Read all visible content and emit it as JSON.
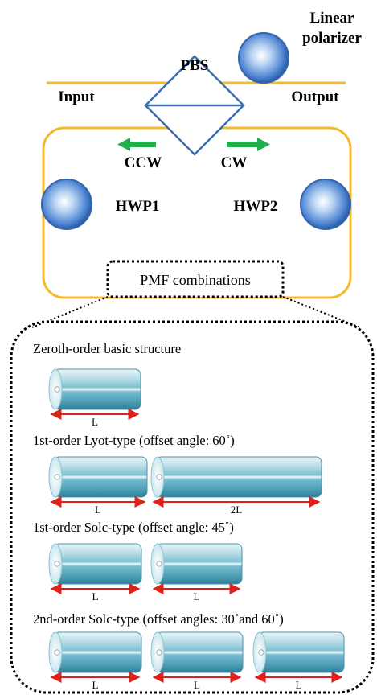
{
  "colors": {
    "fiber_line": "#F5B82E",
    "pbs_outline": "#3A6FB0",
    "arrow_green": "#1FAE4B",
    "red_arrow": "#E0201B",
    "lens_blue": "#3F7FD0"
  },
  "top": {
    "linear_polarizer_line1": "Linear",
    "linear_polarizer_line2": "polarizer",
    "pbs": "PBS",
    "input": "Input",
    "output": "Output",
    "ccw": "CCW",
    "cw": "CW",
    "hwp1": "HWP1",
    "hwp2": "HWP2",
    "pmf_combinations": "PMF combinations"
  },
  "structures": [
    {
      "title": "Zeroth-order basic structure",
      "segments": [
        "L"
      ]
    },
    {
      "title": "1st-order Lyot-type (offset angle: 60˚)",
      "segments": [
        "L",
        "2L"
      ]
    },
    {
      "title": "1st-order Solc-type (offset angle: 45˚)",
      "segments": [
        "L",
        "L"
      ]
    },
    {
      "title": "2nd-order Solc-type (offset angles: 30˚and 60˚)",
      "segments": [
        "L",
        "L",
        "L"
      ]
    }
  ]
}
